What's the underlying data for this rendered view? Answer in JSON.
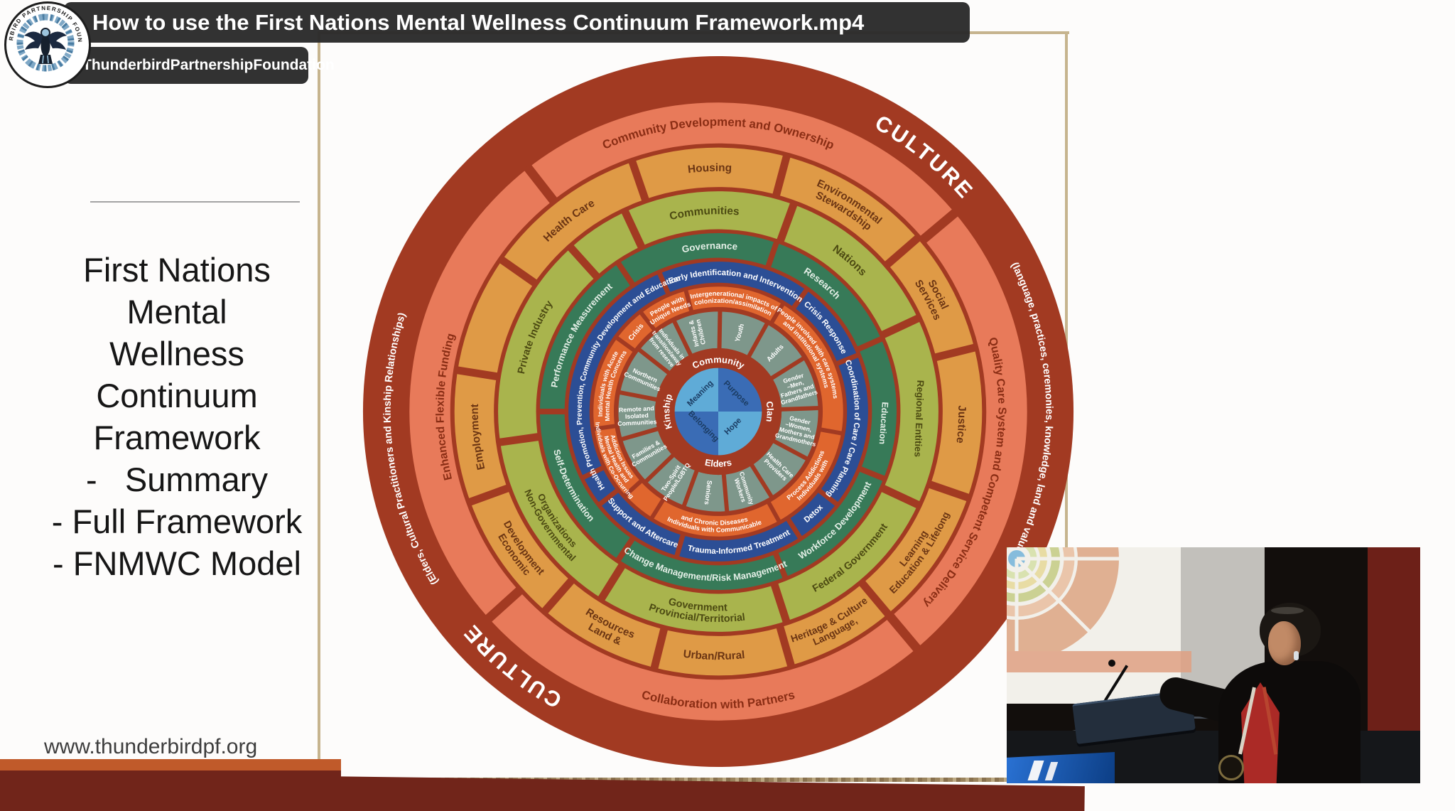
{
  "video_overlay": {
    "title": "How to use the First Nations Mental Wellness Continuum Framework.mp4",
    "channel": "ThunderbirdPartnershipFoundation",
    "logo_ring_text": "THUNDERBIRD PARTNERSHIP FOUNDATION"
  },
  "slide": {
    "heading_lines": [
      "First Nations",
      "Mental",
      "Wellness",
      "Continuum",
      "Framework",
      "-   Summary",
      "- Full Framework",
      "- FNMWC Model"
    ],
    "url": "www.thunderbirdpf.org"
  },
  "wheel": {
    "colors": {
      "rim": "#a23a22",
      "salmon": "#e87a5a",
      "orange": "#df9a46",
      "olive": "#a9b44d",
      "green": "#377a58",
      "blue": "#2c4e95",
      "pop_orange": "#e0662e",
      "teal": "#7e978b",
      "center_light": "#5fabd7",
      "center_dark": "#3a6cb5",
      "quad_text": "#1b3c63",
      "rim_text": "#ffffff",
      "band_text": "#8a2d14"
    },
    "rim_texts": [
      {
        "text": "CULTURE",
        "a": 39,
        "size": 31,
        "spacing": 3
      },
      {
        "text": "(language, practices, ceremonies, knowledge, land and values)",
        "a": 90,
        "size": 14.5
      },
      {
        "text": "CULTURE",
        "a": 219,
        "size": 31,
        "spacing": 3
      },
      {
        "text": "(Elders, Cultural Practitioners and Kinship Relationships)",
        "a": 263,
        "size": 14.5
      }
    ],
    "band_texts": [
      {
        "text": "Community Development and Ownership",
        "a": 0,
        "r": 412,
        "size": 17
      },
      {
        "text": "Quality Care System and Competent Service Delivery",
        "a": 104,
        "r": 404,
        "size": 16
      },
      {
        "text": "Collaboration with Partners",
        "a": 180,
        "r": 416,
        "flip": true,
        "size": 17
      },
      {
        "text": "Enhanced Flexible Funding",
        "a": 271,
        "r": 396,
        "size": 16
      }
    ],
    "band_gaps": [
      50,
      140,
      228,
      322
    ],
    "rings": [
      {
        "name": "social-determinants",
        "r": 347,
        "w": 56,
        "color": "orange",
        "text_color": "#6b3513",
        "spoke_w": 11,
        "spokes": [
          305,
          341,
          15,
          49,
          76,
          109,
          140,
          164,
          194,
          221,
          250,
          279
        ],
        "labels": [
          {
            "text": "Health Care",
            "a": 322,
            "size": 15.5
          },
          {
            "text": "Housing",
            "a": 358,
            "size": 15.5
          },
          {
            "text": "Environmental\nStewardship",
            "a": 32,
            "size": 15
          },
          {
            "text": "Social\nServices",
            "a": 62,
            "size": 15
          },
          {
            "text": "Justice",
            "a": 93,
            "size": 15.5
          },
          {
            "text": "Education & Lifelong\nLearning",
            "a": 125,
            "flip": true,
            "size": 14
          },
          {
            "text": "Language,\nHeritage & Culture",
            "a": 152,
            "flip": true,
            "size": 14
          },
          {
            "text": "Urban/Rural",
            "a": 181,
            "flip": true,
            "size": 15.5
          },
          {
            "text": "Land &\nResources",
            "a": 207,
            "flip": true,
            "size": 15
          },
          {
            "text": "Economic\nDevelopment",
            "a": 235,
            "flip": true,
            "size": 14.5
          },
          {
            "text": "Employment",
            "a": 264,
            "size": 15.5
          }
        ]
      },
      {
        "name": "partners",
        "r": 286,
        "w": 54,
        "color": "olive",
        "text_color": "#4c4a12",
        "spoke_w": 11,
        "spokes": [
          335,
          20,
          65,
          115,
          162,
          212,
          262,
          318
        ],
        "labels": [
          {
            "text": "Communities",
            "a": 356,
            "size": 15.5
          },
          {
            "text": "Nations",
            "a": 41,
            "size": 15.5
          },
          {
            "text": "Regional Entities",
            "a": 92,
            "mode": "tangent",
            "size": 13.5
          },
          {
            "text": "Federal Government",
            "a": 138,
            "flip": true,
            "size": 14.5
          },
          {
            "text": "Provincial/Territorial\nGovernment",
            "a": 186,
            "flip": true,
            "size": 14.5
          },
          {
            "text": "Non-Governmental\nOrganizations",
            "a": 236,
            "flip": true,
            "size": 13.5
          },
          {
            "text": "Private Industry",
            "a": 292,
            "size": 14.5
          }
        ]
      },
      {
        "name": "key-themes",
        "r": 236,
        "w": 35,
        "color": "green",
        "text_color": "#e4efe7",
        "spoke_w": 8,
        "spokes": [
          19,
          66,
          112,
          158,
          214,
          270,
          326
        ],
        "labels": [
          {
            "text": "Governance",
            "a": 357,
            "size": 13.5
          },
          {
            "text": "Research",
            "a": 39,
            "size": 13.5
          },
          {
            "text": "Education",
            "a": 94,
            "mode": "tangent",
            "size": 12.5
          },
          {
            "text": "Workforce Development",
            "a": 133,
            "flip": true,
            "size": 13
          },
          {
            "text": "Change Management/Risk Management",
            "a": 185,
            "flip": true,
            "size": 13
          },
          {
            "text": "Self-Determination",
            "a": 243,
            "flip": true,
            "size": 13
          },
          {
            "text": "Performance Measurement",
            "a": 299,
            "size": 13
          }
        ]
      },
      {
        "name": "continuum-of-services",
        "r": 198,
        "w": 30,
        "color": "blue",
        "text_color": "#ffffff",
        "spoke_w": 7,
        "spokes": [
          337,
          36,
          68,
          128,
          147,
          196,
          232,
          244
        ],
        "labels": [
          {
            "text": "Early Identification and Intervention",
            "a": 8,
            "size": 11.5
          },
          {
            "text": "Crisis Response",
            "a": 52,
            "size": 11.5
          },
          {
            "text": "Coordination of Care / Care Planning",
            "a": 98,
            "size": 11.5
          },
          {
            "text": "Detox",
            "a": 137,
            "flip": true,
            "size": 11.5
          },
          {
            "text": "Trauma-Informed Treatment",
            "a": 171,
            "flip": true,
            "size": 11.5
          },
          {
            "text": "Support and Aftercare",
            "a": 214,
            "flip": true,
            "size": 11.5
          },
          {
            "text": "Health Promotion, Prevention, Community Development and Education",
            "a": 290,
            "size": 10.8
          }
        ]
      },
      {
        "name": "populations",
        "r": 163,
        "w": 29,
        "color": "pop_orange",
        "text_color": "#ffffff",
        "spoke_w": 6,
        "spokes": [
          345,
          31,
          100,
          151,
          212,
          228,
          262,
          306,
          322
        ],
        "labels": [
          {
            "text": "Intergenerational impacts of\ncolonization/assimilation",
            "a": 8,
            "size": 9.3
          },
          {
            "text": "People involved with care systems\nand institutional systems",
            "a": 57,
            "size": 9.3
          },
          {
            "text": "Individuals with\nProcess Addictions",
            "a": 126,
            "flip": true,
            "size": 9.3
          },
          {
            "text": "Individuals with Communicable\nand Chronic Diseases",
            "a": 182,
            "flip": true,
            "size": 9.3
          },
          {
            "text": "Individuals with Co-Occurring\nMental Health and\nAddiction Issues",
            "a": 245,
            "flip": true,
            "size": 8.6
          },
          {
            "text": "Individuals with Acute\nMental Health Concerns",
            "a": 284,
            "size": 9
          },
          {
            "text": "Crisis",
            "a": 314,
            "mode": "radial",
            "rot": -51,
            "size": 10
          },
          {
            "text": "People with\nUnique Needs",
            "a": 334,
            "size": 9.3
          }
        ]
      },
      {
        "name": "community-life",
        "r": 116,
        "w": 52,
        "color": "teal",
        "text_color": "#ffffff",
        "spoke_w": 6,
        "spokes": [
          1,
          29,
          58,
          88,
          118,
          148,
          175,
          200,
          226,
          254,
          281,
          308,
          334
        ],
        "labels": [
          {
            "text": "Infants &\nChildren",
            "a": 345,
            "mode": "upright",
            "rot": -103,
            "size": 9
          },
          {
            "text": "Youth",
            "a": 15,
            "mode": "radial",
            "size": 9.5
          },
          {
            "text": "Adults",
            "a": 44,
            "mode": "radial",
            "size": 9.5
          },
          {
            "text": "Gender\n–Men,\nFathers and\nGrandfathers",
            "a": 73,
            "mode": "upright",
            "size": 8.6
          },
          {
            "text": "Gender\n–Women,\nMothers and\nGrandmothers",
            "a": 103,
            "mode": "upright",
            "size": 8.6
          },
          {
            "text": "Health Care\nProviders",
            "a": 133,
            "mode": "upright",
            "size": 8.8
          },
          {
            "text": "Community\nWorkers",
            "a": 162,
            "mode": "upright",
            "size": 8.8
          },
          {
            "text": "Seniors",
            "a": 187,
            "mode": "radial",
            "size": 9.5
          },
          {
            "text": "Two-Spirit\nPeople/LGBTQ",
            "a": 213,
            "mode": "upright",
            "size": 8.8
          },
          {
            "text": "Families &\nCommunities",
            "a": 240,
            "mode": "upright",
            "size": 8.8
          },
          {
            "text": "Remote and\nIsolated\nCommunities",
            "a": 267,
            "mode": "upright",
            "size": 8.8
          },
          {
            "text": "Northern\nCommunities",
            "a": 294,
            "mode": "upright",
            "size": 8.8
          },
          {
            "text": "Individuals in\ntransition/away\nfrom reserve",
            "a": 321,
            "mode": "upright",
            "size": 8.4
          }
        ]
      }
    ],
    "inner_ring": {
      "r_disk": 90,
      "r_text": 74,
      "labels": [
        {
          "text": "Community",
          "a": 0,
          "size": 13
        },
        {
          "text": "Clan",
          "a": 90,
          "size": 13
        },
        {
          "text": "Elders",
          "a": 180,
          "flip": true,
          "size": 13
        },
        {
          "text": "Kinship",
          "a": 270,
          "size": 13
        }
      ]
    },
    "center": {
      "r": 62,
      "quadrants": [
        {
          "text": "Meaning",
          "pos": "tl",
          "tone": "light"
        },
        {
          "text": "Purpose",
          "pos": "tr",
          "tone": "dark"
        },
        {
          "text": "Belonging",
          "pos": "bl",
          "tone": "dark"
        },
        {
          "text": "Hope",
          "pos": "br",
          "tone": "light"
        }
      ]
    }
  }
}
